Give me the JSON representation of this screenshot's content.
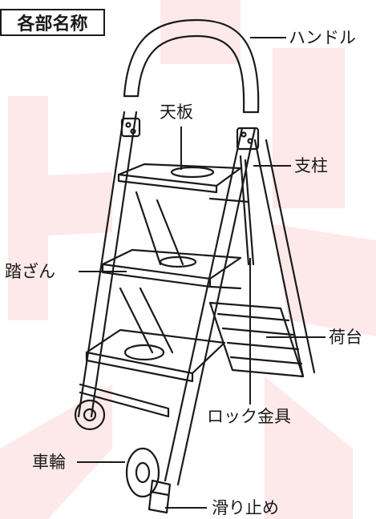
{
  "title": "各部名称",
  "labels": {
    "handle": "ハンドル",
    "top_board": "天板",
    "support": "支柱",
    "step": "踏ざん",
    "cargo": "荷台",
    "lock": "ロック金具",
    "wheel": "車輪",
    "nonslip": "滑り止め"
  },
  "colors": {
    "background_shape": "#fde9ea",
    "line": "#1a1a1a"
  }
}
